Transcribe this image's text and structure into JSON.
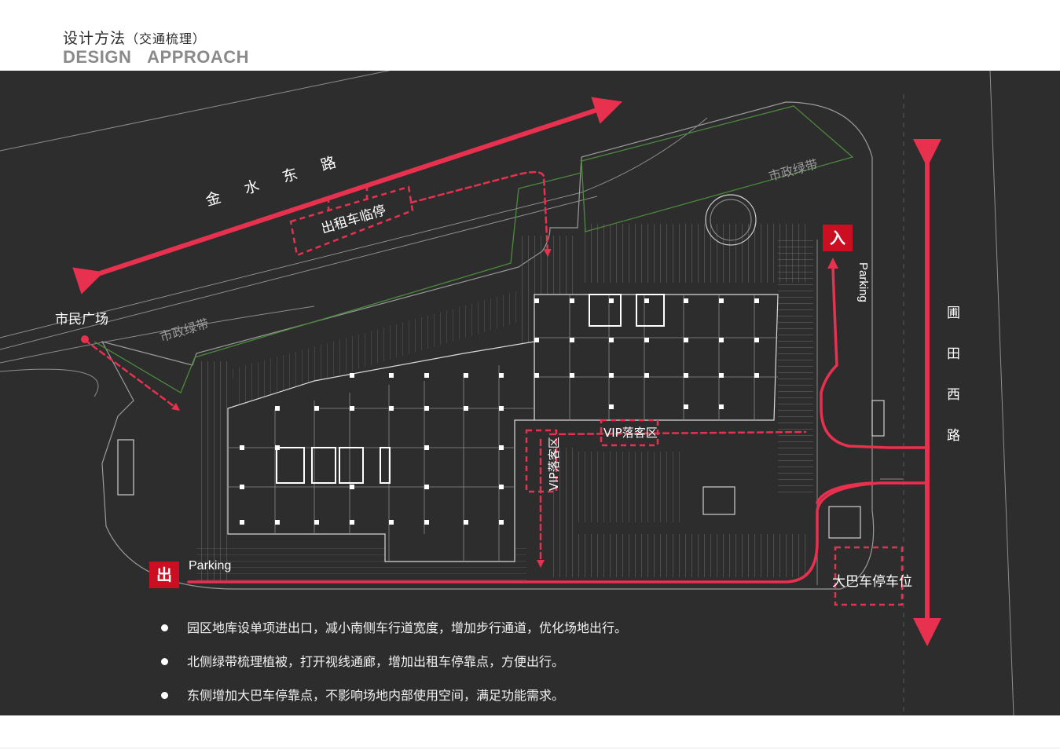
{
  "header": {
    "title_cn": "设计方法",
    "subtitle_cn": "（交通梳理）",
    "title_en": "DESIGN APPROACH"
  },
  "labels": {
    "road_north": "金 水 东 路",
    "road_east": "圃 田 西 路",
    "taxi_stop": "出租车临停",
    "green_belt_north": "市政绿带",
    "green_belt_west": "市政绿带",
    "civic_plaza": "市民广场",
    "vip_horizontal": "VIP落客区",
    "vip_vertical": "VIP落客区",
    "parking_exit": "Parking",
    "parking_entry": "Parking",
    "bus_parking": "大巴车停车位",
    "entry_badge": "入",
    "exit_badge": "出"
  },
  "notes": [
    "园区地库设单项进出口，减小南侧车行道宽度，增加步行通道，优化场地出行。",
    "北侧绿带梳理植被，打开视线通廊，增加出租车停靠点，方便出行。",
    "东侧增加大巴车停靠点，不影响场地内部使用空间，满足功能需求。"
  ],
  "colors": {
    "background_panel": "#2e2d2e",
    "accent_red": "#e8304f",
    "badge_red": "#cc0e22",
    "line_grey": "#8d8d8d",
    "green_belt": "#4b8a3c",
    "text_white": "#ffffff"
  }
}
